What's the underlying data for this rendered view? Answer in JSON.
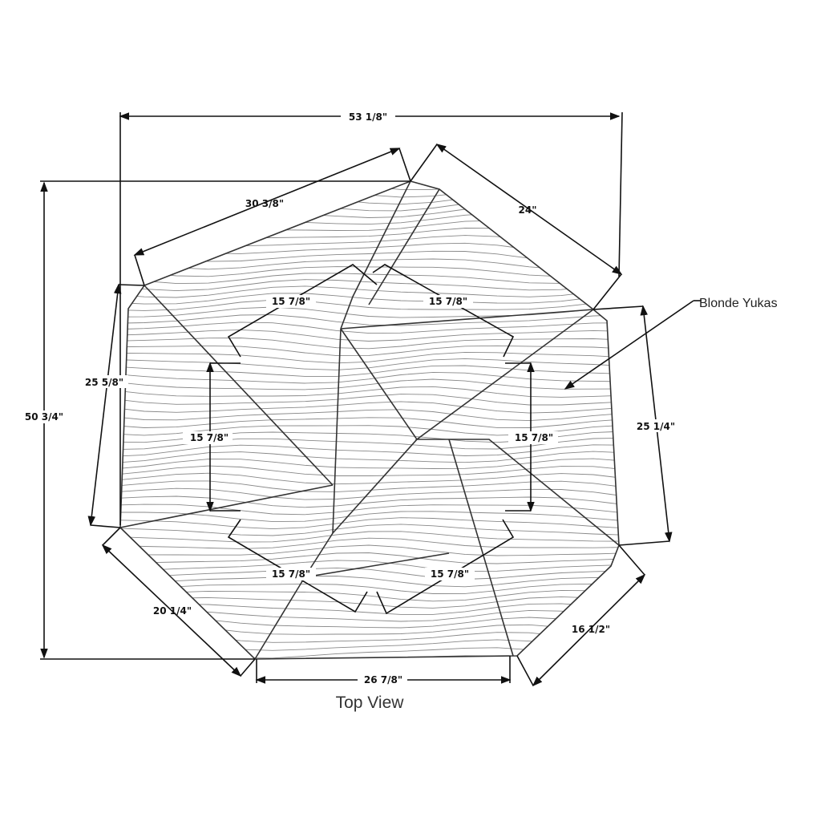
{
  "drawing": {
    "title": "Top View",
    "material_label": "Blonde Yukas",
    "dimensions": {
      "overall_width": "53 1/8\"",
      "overall_depth": "50 3/4\"",
      "top_left_edge": "30 3/8\"",
      "top_right_edge": "24\"",
      "left_edge": "25 5/8\"",
      "right_edge": "25 1/4\"",
      "bottom_left_edge": "20 1/4\"",
      "bottom_edge": "26 7/8\"",
      "bottom_right_edge": "16 1/2\"",
      "inner_top_left": "15 7/8\"",
      "inner_top_right": "15 7/8\"",
      "inner_left": "15 7/8\"",
      "inner_right": "15 7/8\"",
      "inner_bottom_left": "15 7/8\"",
      "inner_bottom_right": "15 7/8\""
    }
  }
}
